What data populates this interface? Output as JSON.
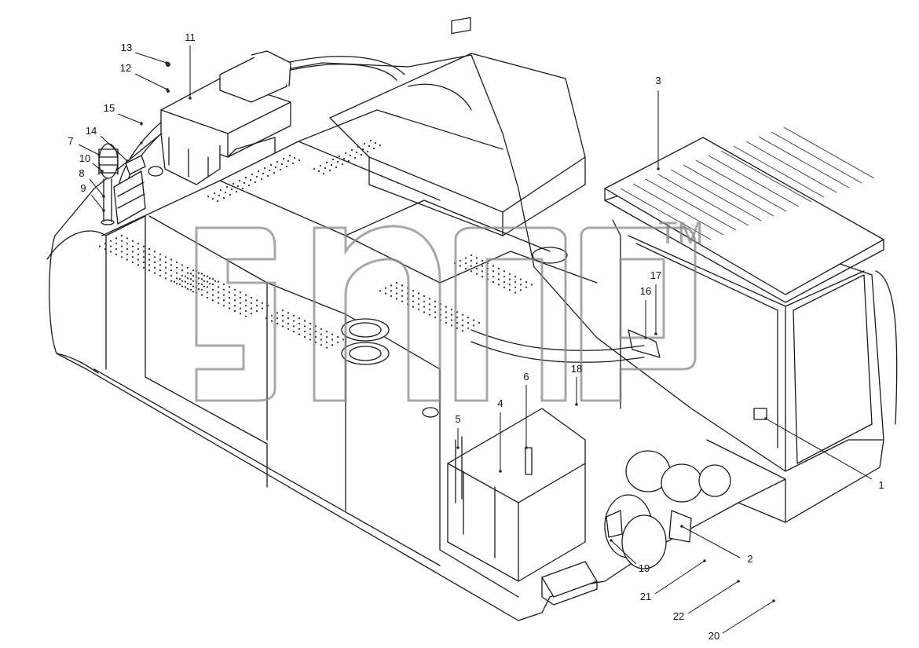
{
  "diagram": {
    "callouts": [
      {
        "id": "c1",
        "label": "1"
      },
      {
        "id": "c2",
        "label": "2"
      },
      {
        "id": "c3",
        "label": "3"
      },
      {
        "id": "c4",
        "label": "4"
      },
      {
        "id": "c5",
        "label": "5"
      },
      {
        "id": "c6",
        "label": "6"
      },
      {
        "id": "c7",
        "label": "7"
      },
      {
        "id": "c8",
        "label": "8"
      },
      {
        "id": "c9",
        "label": "9"
      },
      {
        "id": "c10",
        "label": "10"
      },
      {
        "id": "c11",
        "label": "11"
      },
      {
        "id": "c12",
        "label": "12"
      },
      {
        "id": "c13",
        "label": "13"
      },
      {
        "id": "c14",
        "label": "14"
      },
      {
        "id": "c15",
        "label": "15"
      },
      {
        "id": "c16",
        "label": "16"
      },
      {
        "id": "c17",
        "label": "17"
      },
      {
        "id": "c18",
        "label": "18"
      },
      {
        "id": "c19",
        "label": "19"
      },
      {
        "id": "c20",
        "label": "20"
      },
      {
        "id": "c21",
        "label": "21"
      },
      {
        "id": "c22",
        "label": "22"
      }
    ],
    "watermark": {
      "mark": "TM"
    }
  }
}
